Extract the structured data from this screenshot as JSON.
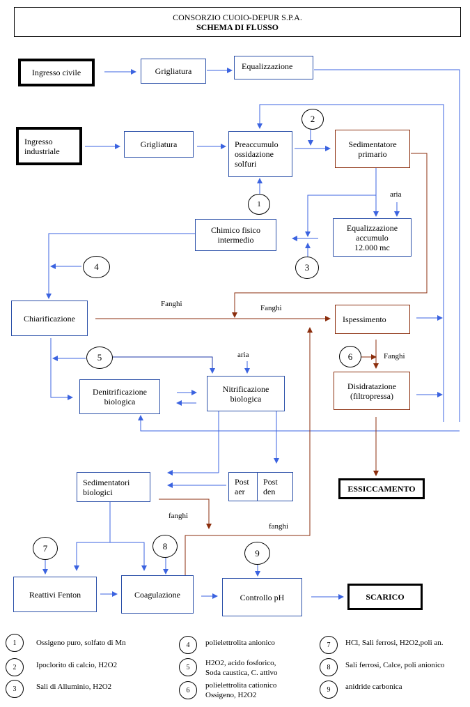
{
  "header": {
    "company": "CONSORZIO CUOIO-DEPUR S.P.A.",
    "title": "SCHEMA DI FLUSSO"
  },
  "boxes": {
    "ingresso_civile": "Ingresso civile",
    "grigliatura_1": "Grigliatura",
    "equalizzazione": "Equalizzazione",
    "ingresso_industriale": "Ingresso\nindustriale",
    "grigliatura_2": "Grigliatura",
    "preaccumulo": "Preaccumulo\nossidazione\nsolfuri",
    "sedimentatore_primario": "Sedimentatore\nprimario",
    "chimico_fisico": "Chimico fisico\nintermedio",
    "equalizzazione_accumulo": "Equalizzazione\naccumulo\n12.000 mc",
    "chiarificazione": "Chiarificazione",
    "ispessimento": "Ispessimento",
    "denitrificazione": "Denitrificazione\nbiologica",
    "nitrificazione": "Nitrificazione\nbiologica",
    "disidratazione": "Disidratazione\n(filtropressa)",
    "sedimentatori_biologici": "Sedimentatori\nbiologici",
    "post_aer": "Post\naer",
    "post_den": "Post\nden",
    "essiccamento": "ESSICCAMENTO",
    "reattivi_fenton": "Reattivi Fenton",
    "coagulazione": "Coagulazione",
    "controllo_ph": "Controllo pH",
    "scarico": "SCARICO"
  },
  "labels": {
    "aria_1": "aria",
    "aria_2": "aria",
    "fanghi_1": "Fanghi",
    "fanghi_2": "Fanghi",
    "fanghi_3": "Fanghi",
    "fanghi_4": "fanghi",
    "fanghi_5": "fanghi"
  },
  "circles": {
    "c1": "1",
    "c2": "2",
    "c3": "3",
    "c4": "4",
    "c5": "5",
    "c6": "6",
    "c7": "7",
    "c8": "8",
    "c9": "9"
  },
  "legend": [
    {
      "num": "1",
      "text": "Ossigeno puro, solfato di Mn"
    },
    {
      "num": "2",
      "text": "Ipoclorito di calcio, H2O2"
    },
    {
      "num": "3",
      "text": "Sali di Alluminio, H2O2"
    },
    {
      "num": "4",
      "text": "polielettrolita anionico"
    },
    {
      "num": "5",
      "text": "H2O2, acido fosforico,\nSoda caustica,  C. attivo"
    },
    {
      "num": "6",
      "text": "polielettrolita cationico\nOssigeno, H2O2"
    },
    {
      "num": "7",
      "text": "HCl, Sali ferrosi, H2O2,poli an."
    },
    {
      "num": "8",
      "text": "Sali ferrosi, Calce, poli anionico"
    },
    {
      "num": "9",
      "text": "anidride carbonica"
    }
  ],
  "colors": {
    "flow_line": "#3b63e0",
    "sludge_line": "#8b2d0c",
    "process_border": "#2a4fa8",
    "sludge_border": "#8b2d0c"
  }
}
